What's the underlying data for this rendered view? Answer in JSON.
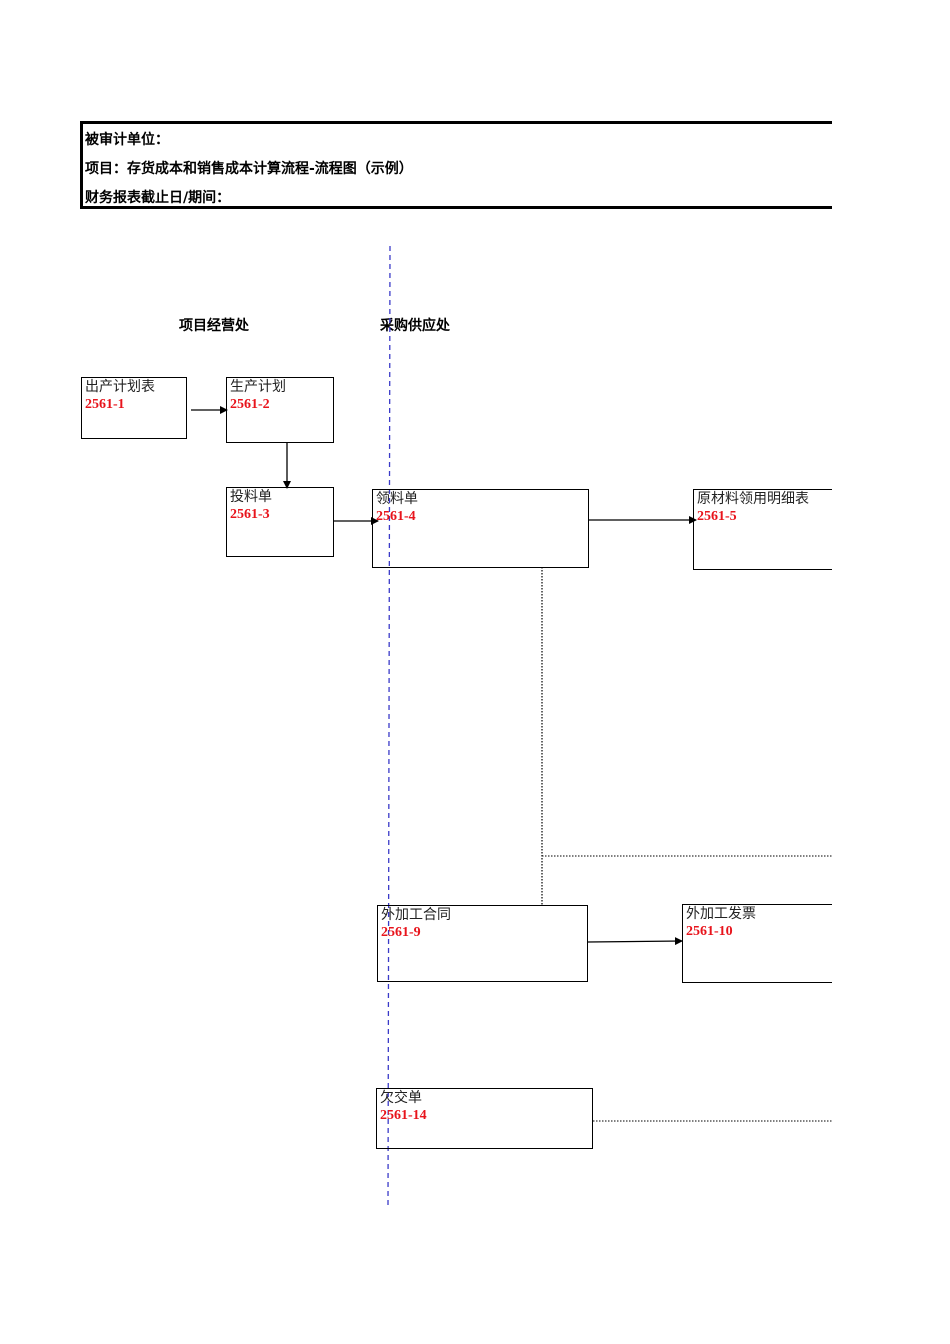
{
  "header": {
    "audited_unit_label": "被审计单位：",
    "project_label": "项目：存货成本和销售成本计算流程-流程图（示例）",
    "period_label": "财务报表截止日/期间："
  },
  "lanes": [
    {
      "label": "项目经营处"
    },
    {
      "label": "采购供应处"
    }
  ],
  "boxes": [
    {
      "id": "b1",
      "title": "出产计划表",
      "code": "2561-1"
    },
    {
      "id": "b2",
      "title": "生产计划",
      "code": "2561-2"
    },
    {
      "id": "b3",
      "title": "投料单",
      "code": "2561-3"
    },
    {
      "id": "b4",
      "title": "领料单",
      "code": "2561-4"
    },
    {
      "id": "b5",
      "title": "原材料领用明细表",
      "code": "2561-5"
    },
    {
      "id": "b9",
      "title": "外加工合同",
      "code": "2561-9"
    },
    {
      "id": "b10",
      "title": "外加工发票",
      "code": "2561-10"
    },
    {
      "id": "b14",
      "title": "欠交单",
      "code": "2561-14"
    }
  ],
  "connectors": [
    {
      "from": "2561-1",
      "to": "2561-2",
      "style": "solid-arrow"
    },
    {
      "from": "2561-2",
      "to": "2561-3",
      "style": "solid-arrow"
    },
    {
      "from": "2561-3",
      "to": "2561-4",
      "style": "solid-arrow"
    },
    {
      "from": "2561-4",
      "to": "2561-5",
      "style": "solid-arrow"
    },
    {
      "from": "2561-9",
      "to": "2561-10",
      "style": "solid-arrow"
    },
    {
      "from": "2561-4",
      "to": "2561-9",
      "style": "dotted"
    },
    {
      "from": "2561-14",
      "to": "off-page",
      "style": "dotted"
    }
  ],
  "colors": {
    "code_text": "#e8141c",
    "lane_divider": "#3a3ac8",
    "box_border": "#000000"
  }
}
